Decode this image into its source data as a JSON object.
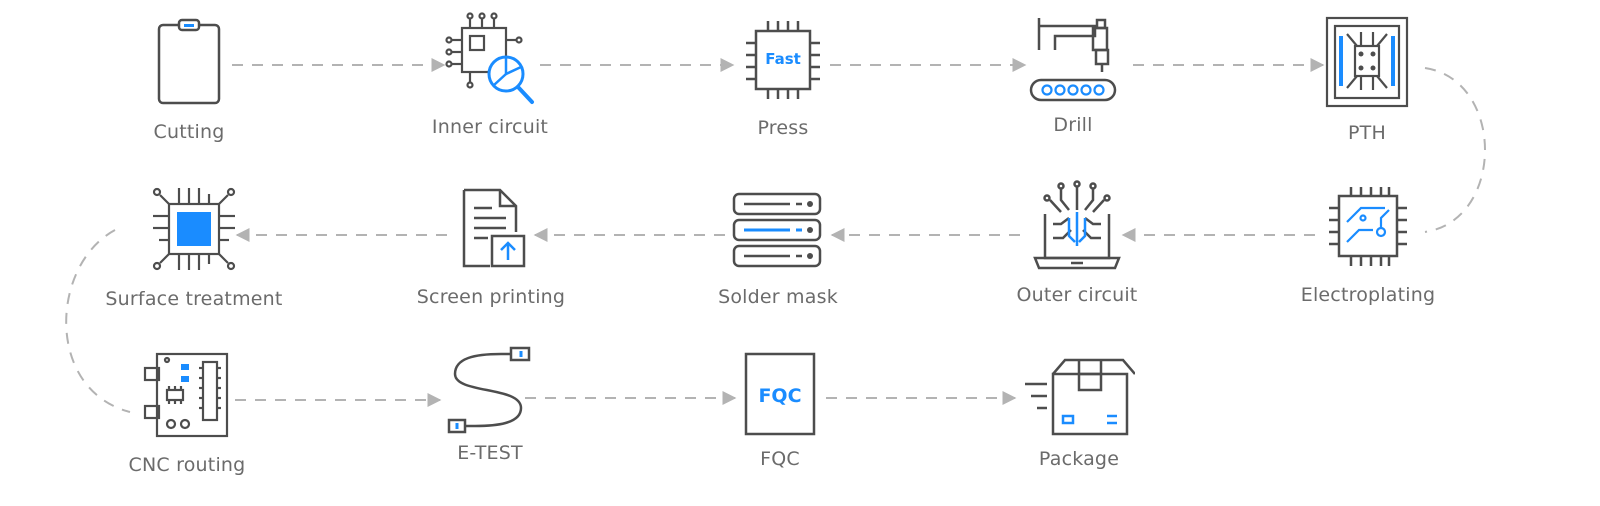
{
  "colors": {
    "accent": "#1a8cff",
    "icon": "#4d4d4d",
    "line": "#b3b3b3",
    "label": "#6b6b6b"
  },
  "steps": [
    {
      "label": "Cutting",
      "icon": "clipboard-icon"
    },
    {
      "label": "Inner circuit",
      "icon": "chip-inspect-icon"
    },
    {
      "label": "Press",
      "icon": "chip-fast-icon",
      "badge": "Fast"
    },
    {
      "label": "Drill",
      "icon": "drill-icon"
    },
    {
      "label": "PTH",
      "icon": "pth-board-icon"
    },
    {
      "label": "Electroplating",
      "icon": "circuit-chip-icon"
    },
    {
      "label": "Outer circuit",
      "icon": "laptop-circuit-icon"
    },
    {
      "label": "Solder mask",
      "icon": "server-rack-icon"
    },
    {
      "label": "Screen printing",
      "icon": "document-upload-icon"
    },
    {
      "label": "Surface treatment",
      "icon": "processor-icon"
    },
    {
      "label": "CNC routing",
      "icon": "pcb-board-icon"
    },
    {
      "label": "E-TEST",
      "icon": "cable-icon"
    },
    {
      "label": "FQC",
      "icon": "fqc-box-icon",
      "badge": "FQC"
    },
    {
      "label": "Package",
      "icon": "package-icon"
    }
  ]
}
